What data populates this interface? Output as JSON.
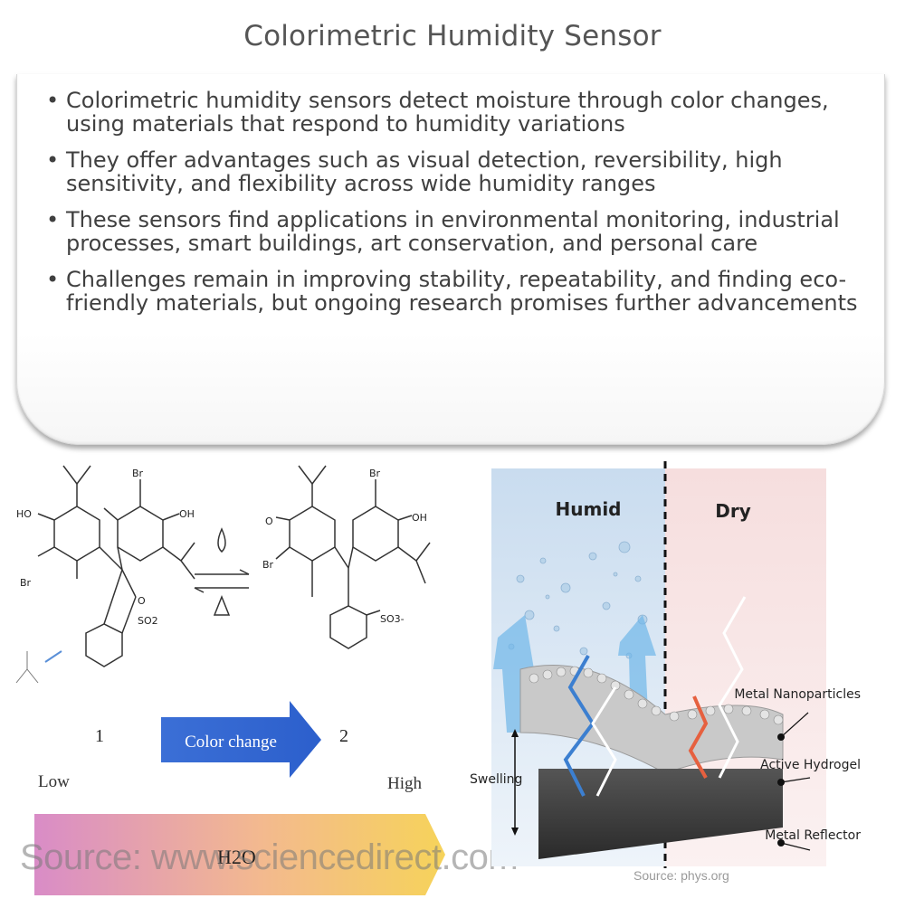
{
  "title": "Colorimetric Humidity Sensor",
  "bullets": [
    "Colorimetric humidity sensors detect moisture through color changes, using materials that respond to humidity variations",
    "They offer advantages such as visual detection, reversibility, high sensitivity, and flexibility across wide humidity ranges",
    "These sensors find applications in environmental monitoring, industrial processes, smart buildings, art conservation, and personal care",
    "Challenges remain in improving stability, repeatability, and finding eco-friendly materials, but ongoing research promises further advancements"
  ],
  "left_figure": {
    "compound_1": "1",
    "compound_2": "2",
    "arrow_label": "Color change",
    "low_label": "Low",
    "high_label": "High",
    "gradient_label": "H2O",
    "atoms": {
      "ho": "HO",
      "oh": "OH",
      "br": "Br",
      "o": "O",
      "so2": "SO2",
      "so3": "SO3-"
    },
    "gradient_colors": [
      "#d98cc7",
      "#f3b98f",
      "#f6d35a"
    ],
    "source": "Source: www.sciencedirect.com"
  },
  "right_figure": {
    "humid_label": "Humid",
    "dry_label": "Dry",
    "swelling_label": "Swelling",
    "layers": [
      "Metal Nanoparticles",
      "Active Hydrogel",
      "Metal Reflector"
    ],
    "source": "Source: phys.org"
  }
}
